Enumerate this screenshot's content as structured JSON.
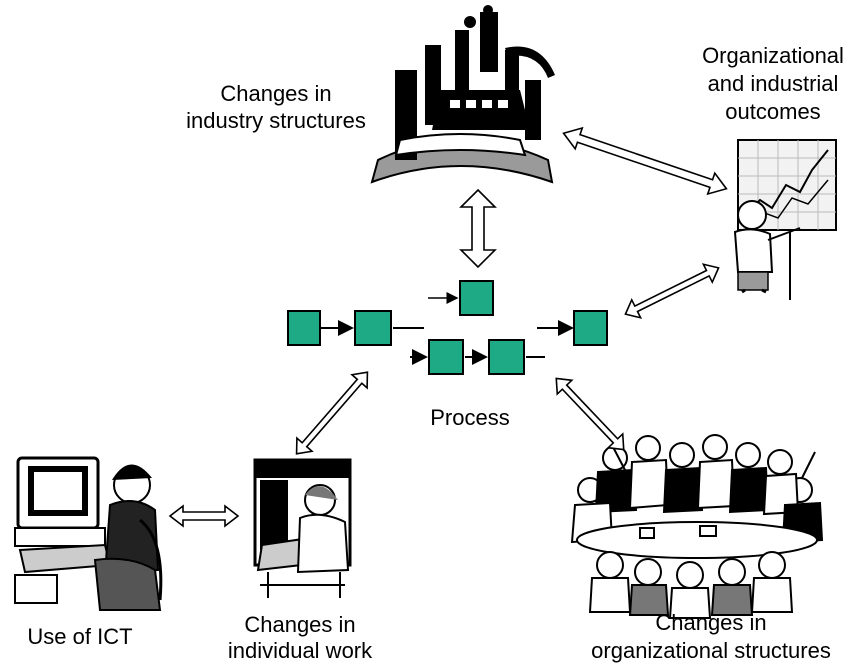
{
  "labels": {
    "industry": [
      "Changes in",
      "industry structures"
    ],
    "outcomes": [
      "Organizational",
      "and industrial",
      "outcomes"
    ],
    "process": "Process",
    "ict": "Use of ICT",
    "individual": [
      "Changes in",
      "individual work"
    ],
    "organizational": [
      "Changes in",
      "organizational structures"
    ]
  },
  "colors": {
    "process_box_fill": "#1eaa84",
    "stroke": "#000000",
    "background": "#ffffff"
  },
  "icons": {
    "industry": "factory-illustration-icon",
    "outcomes": "presenter-chart-illustration-icon",
    "ict": "computer-user-illustration-icon",
    "individual": "office-worker-illustration-icon",
    "organizational": "meeting-crowd-illustration-icon"
  }
}
